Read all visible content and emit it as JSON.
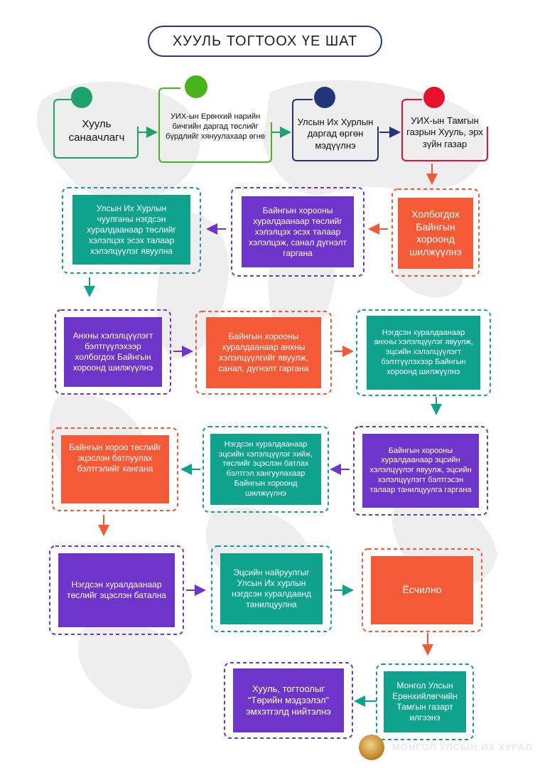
{
  "title": "ХУУЛЬ ТОГТООХ ҮЕ ШАТ",
  "colors": {
    "teal": "#0fa38d",
    "purple": "#6d35c9",
    "orange": "#f45a35",
    "green": "#1ba36b",
    "lime": "#49b31c",
    "navy": "#23357a",
    "red": "#e8102d"
  },
  "top_steps": [
    {
      "label": "Хууль санаачлагч",
      "dot": "green"
    },
    {
      "label": "УИХ-ын Ерөнхий нарийн бичгийн даргад төслийг бүрдлийг хянуулахаар өгнө",
      "dot": "lime"
    },
    {
      "label": "Улсын Их Хурлын даргад өргөн мэдүүлнэ",
      "dot": "navy"
    },
    {
      "label": "УИХ-ын Тамгын газрын Хууль, эрх зүйн газар",
      "dot": "red"
    }
  ],
  "row1": [
    {
      "label": "Холбогдох Байнгын хороонд шилжүүлнэ"
    },
    {
      "label": "Байнгын хорооны хуралдаанаар төслийг хэлэлцэх эсэх талаар хэлэлцэж, санал дүгнэлт гаргана"
    },
    {
      "label": "Улсын Их Хурлын чуулганы нэгдсэн хуралдаанаар төслийг хэлэлцэх эсэх талаар хэлэлцүүлэг явуулна"
    }
  ],
  "row2": [
    {
      "label": "Анхны хэлэлцүүлэгт бэлтгүүлэхээр холбогдох Байнгын хороонд шилжүүлнэ"
    },
    {
      "label": "Байнгын хорооны хуралдаанаар анхны хэлэлцүүлгийг явуулж, санал, дүгнэлт гаргана"
    },
    {
      "label": "Нэгдсэн хуралдаанаар анхны хэлэлцүүлэг явуулж, эцсийн хэлэлцүүлэгт бэлтгүүлэхээр Байнгын хороонд шилжүүлнэ"
    }
  ],
  "row3": [
    {
      "label": "Байнгын хорооны хуралдаанаар эцсийн хэлэлцүүлэг явуулж, эцсийн хэлэлцүүлэгт бэлтгэсэн талаар танилцуулга гаргана"
    },
    {
      "label": "Нэгдсэн хуралдаанаар эцсийн хэлэлцүүлэг хийж, төслийг эцэслэн батлах бэлтгэл хангуулахаар Байнгын хороонд шилжүүлнэ"
    },
    {
      "label": "Байнгын хороо төслийг эцэслэн батлуулах бэлтгэлийг хангана"
    }
  ],
  "row4": [
    {
      "label": "Нэгдсэн хуралдаанаар төслийг эцэслэн батална"
    },
    {
      "label": "Эцсийн найруулгыг Улсын Их хурлын нэгдсэн хуралдаанд танилцуулна"
    },
    {
      "label": "Ёсчилно"
    }
  ],
  "row5": [
    {
      "label": "Монгол Улсын Ерөнхийлөгчийн Тамгын газарт илгээнэ"
    },
    {
      "label": "Хууль, тогтоолыг “Төрийн мэдээлэл” эмхэтгэлд нийтэлнэ"
    }
  ],
  "footer": "МОНГОЛ УЛСЫН ИХ ХУРАЛ"
}
